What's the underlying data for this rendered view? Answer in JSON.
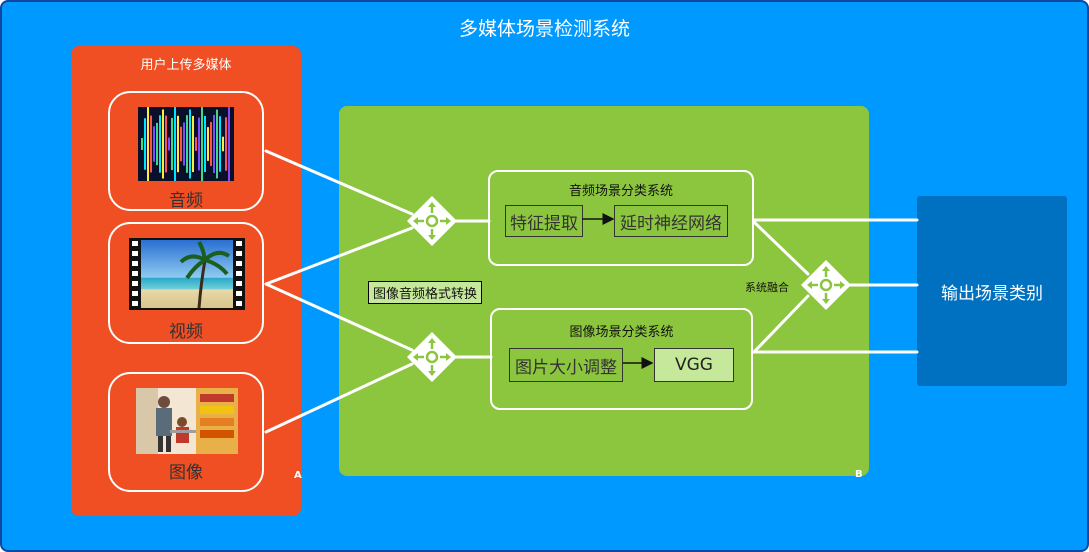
{
  "diagram": {
    "title": "多媒体场景检测系统",
    "upload_panel": {
      "title": "用户上传多媒体",
      "corner_label": "A",
      "items": [
        {
          "label": "音频",
          "icon": "audio-waveform-icon"
        },
        {
          "label": "视频",
          "icon": "film-strip-beach-icon"
        },
        {
          "label": "图像",
          "icon": "shopping-photo-icon"
        }
      ]
    },
    "processing_panel": {
      "corner_label": "B",
      "convert_label": "图像音频格式转换",
      "audio_system": {
        "title": "音频场景分类系统",
        "steps": [
          "特征提取",
          "延时神经网络"
        ]
      },
      "image_system": {
        "title": "图像场景分类系统",
        "steps": [
          "图片大小调整",
          "VGG"
        ]
      },
      "fusion_label": "系统融合"
    },
    "output": {
      "label": "输出场景类别"
    }
  },
  "colors": {
    "background": "#0099ff",
    "upload_panel": "#f04e23",
    "processing_panel": "#8cc63f",
    "output_box": "#0070c0",
    "router_icon": "#ffffff"
  }
}
